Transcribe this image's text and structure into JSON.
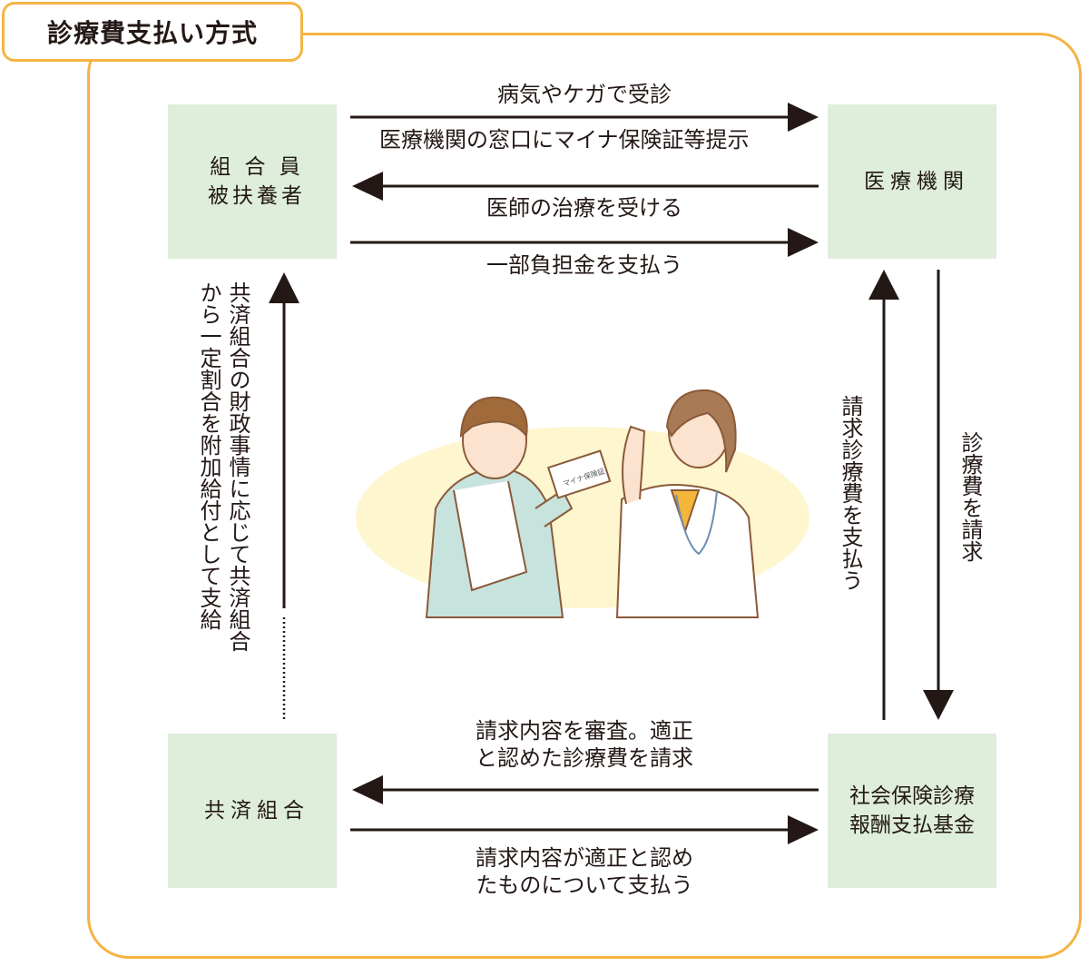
{
  "title": "診療費支払い方式",
  "nodes": {
    "member": {
      "line1": "組 合 員",
      "line2": "被扶養者"
    },
    "hospital": {
      "label": "医療機関"
    },
    "mutual_aid": {
      "label": "共済組合"
    },
    "fund": {
      "line1": "社会保険診療",
      "line2": "報酬支払基金"
    }
  },
  "flows": {
    "member_to_hospital_top": "病気やケガで受診",
    "member_to_hospital_bottom": "医療機関の窓口にマイナ保険証等提示",
    "hospital_to_member": "医師の治療を受ける",
    "member_pays": "一部負担金を支払う",
    "mutual_aid_to_member": "共済組合の財政事情に応じて共済組合から一定割合を附加給付として支給",
    "mutual_aid_to_member_col1": "共済組合の財政事情に応じて共済組合",
    "mutual_aid_to_member_col2": "から一定割合を附加給付として支給",
    "fund_to_hospital": "請求診療費を支払う",
    "hospital_to_fund": "診療費を請求",
    "fund_to_mutual_aid_line1": "請求内容を審査。適正",
    "fund_to_mutual_aid_line2": "と認めた診療費を請求",
    "mutual_aid_to_fund_line1": "請求内容が適正と認め",
    "mutual_aid_to_fund_line2": "たものについて支払う"
  },
  "illustration": {
    "card_text": "マイナ保険証",
    "description": "patient-with-sling-and-doctor"
  },
  "colors": {
    "frame": "#f5b443",
    "box_fill": "#deeedb",
    "ink": "#231815",
    "ellipse": "#fdf6cf"
  }
}
